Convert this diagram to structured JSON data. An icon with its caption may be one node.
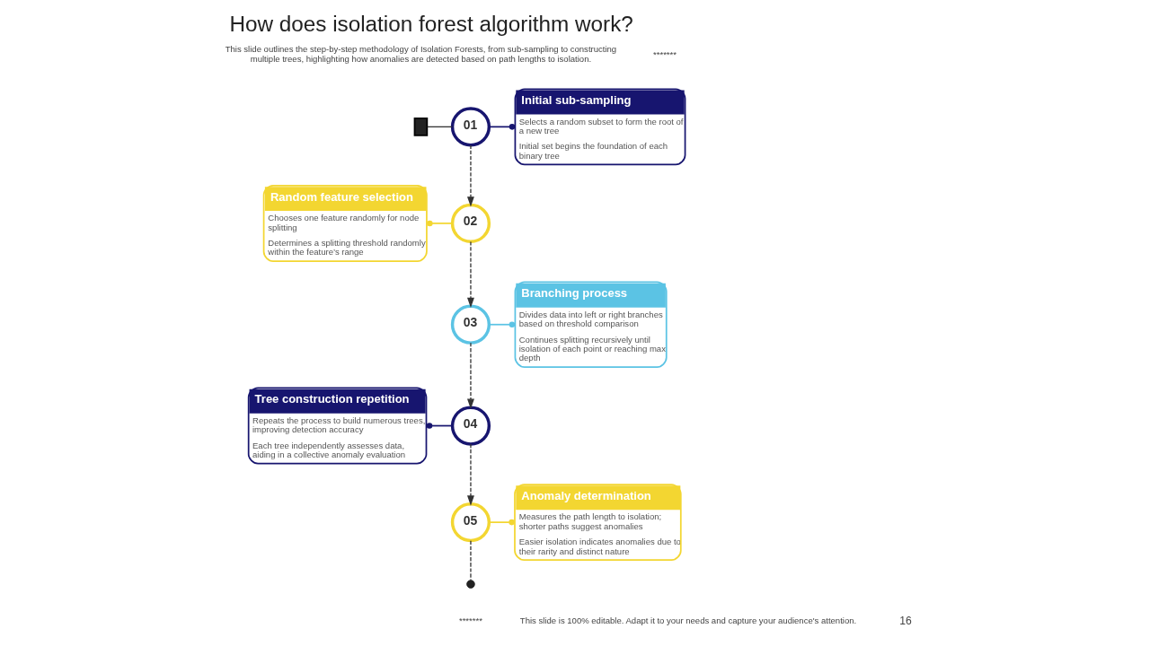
{
  "diagram": {
    "title": "How does isolation forest algorithm work?",
    "nodes": [
      {
        "text": [],
        "shape": "box"
      },
      {
        "text": [
          "01"
        ]
      },
      {
        "text": [
          "Initial sub-sampling",
          "Selects a random subset to form the root of a new tree",
          "Initial set begins the foundation of each binary tree"
        ]
      },
      {
        "text": [
          "02"
        ]
      },
      {
        "text": [
          "Random feature selection",
          "Chooses one feature randomly for node splitting",
          "Determines a splitting threshold randomly within the feature’s range"
        ]
      },
      {
        "text": [
          "03"
        ]
      },
      {
        "text": [
          "Branching process",
          "Divides data into left or right branches based on threshold comparison",
          "Continues splitting recursively until isolation of each point or reaching max depth"
        ]
      },
      {
        "text": [
          "04"
        ]
      },
      {
        "text": [
          "Tree construction repetition",
          "Repeats the process to build numerous trees, improving detection accuracy",
          "Each tree independently assesses data, aiding in a collective anomaly evaluation"
        ]
      },
      {
        "text": [
          "05"
        ]
      },
      {
        "text": [
          "Anomaly determination",
          "Measures the path length to isolation; shorter paths suggest anomalies",
          "Easier isolation indicates anomalies due to their rarity and distinct nature"
        ]
      },
      {
        "text": [],
        "shape": "circle"
      }
    ],
    "edges": [
      {
        "from": 0,
        "to": 1,
        "arrow": "none"
      },
      {
        "from": 1,
        "to": 2,
        "arrow": "other",
        "color": "#17156f"
      },
      {
        "from": 1,
        "to": 3,
        "arrow": "to",
        "style": "dashed"
      },
      {
        "from": 3,
        "to": 4,
        "arrow": "other",
        "color": "#f3d631"
      },
      {
        "from": 3,
        "to": 5,
        "arrow": "to",
        "style": "dashed"
      },
      {
        "from": 5,
        "to": 6,
        "arrow": "other",
        "color": "#5bc3e4"
      },
      {
        "from": 5,
        "to": 7,
        "arrow": "to",
        "style": "dashed"
      },
      {
        "from": 7,
        "to": 8,
        "arrow": "other",
        "color": "#17156f"
      },
      {
        "from": 7,
        "to": 9,
        "arrow": "to",
        "style": "dashed"
      },
      {
        "from": 9,
        "to": 10,
        "arrow": "other",
        "color": "#f3d631"
      },
      {
        "from": 9,
        "to": 11,
        "arrow": "none",
        "style": "dashed"
      }
    ],
    "labels": [
      "*******",
      "This slide outlines the step-by-step methodology of Isolation Forests, from sub-sampling to constructing multiple trees, highlighting how anomalies are detected based on path lengths to isolation.",
      "*******",
      "This slide is 100% editable. Adapt it to your needs and capture your audience's attention.",
      "16"
    ]
  }
}
